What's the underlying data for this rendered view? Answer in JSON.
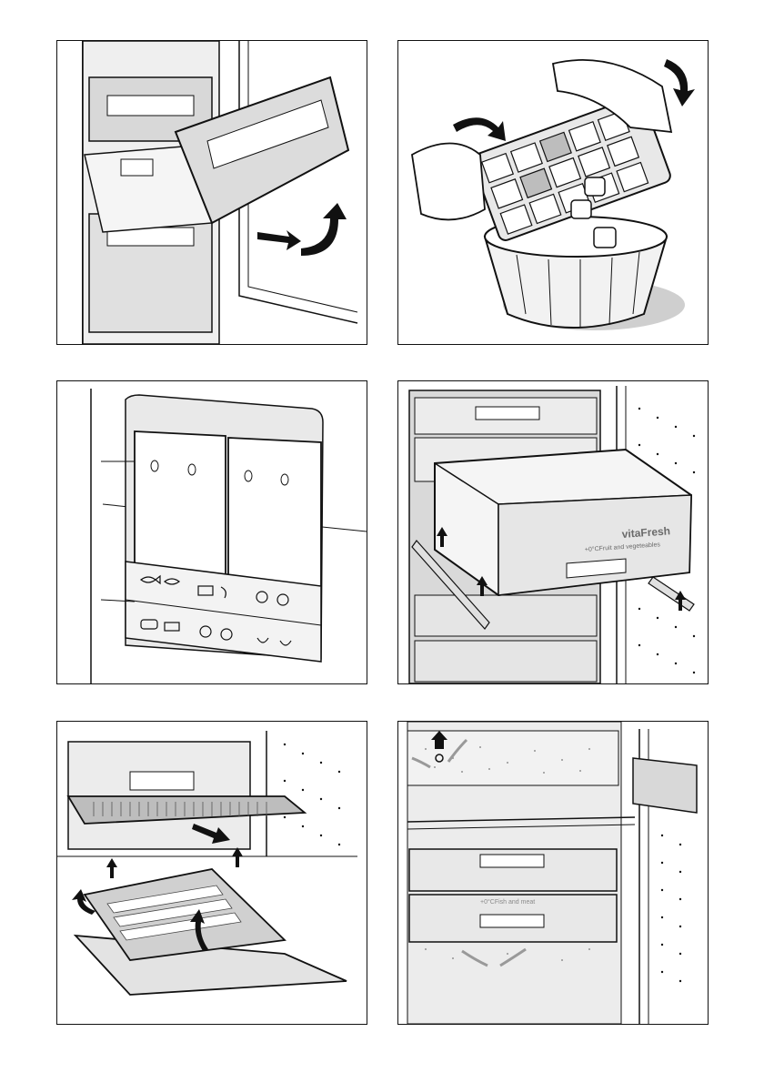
{
  "panels": [
    {
      "id": "freezer-drawer-removal",
      "description_visible": false
    },
    {
      "id": "ice-cube-tray",
      "description_visible": false
    },
    {
      "id": "storage-calendar",
      "description_visible": false
    },
    {
      "id": "vitafresh-drawer",
      "texts": {
        "brand": "vitaFresh",
        "subtitle": "+0°CFruit and vegeteables"
      }
    },
    {
      "id": "shelf-grille-removal",
      "description_visible": false
    },
    {
      "id": "airflow-fish-meat",
      "texts": {
        "drawer_label": "+0°CFish and meat"
      }
    }
  ],
  "colors": {
    "line": "#111111",
    "shade_light": "#e6e6e6",
    "shade_mid": "#c9c9c9",
    "shade_dark": "#8a8a8a",
    "frame": "#111111"
  },
  "icons": [
    "arrow-icon",
    "fish-icon",
    "meat-icon",
    "vegetable-icon",
    "bread-icon",
    "sausage-icon"
  ]
}
